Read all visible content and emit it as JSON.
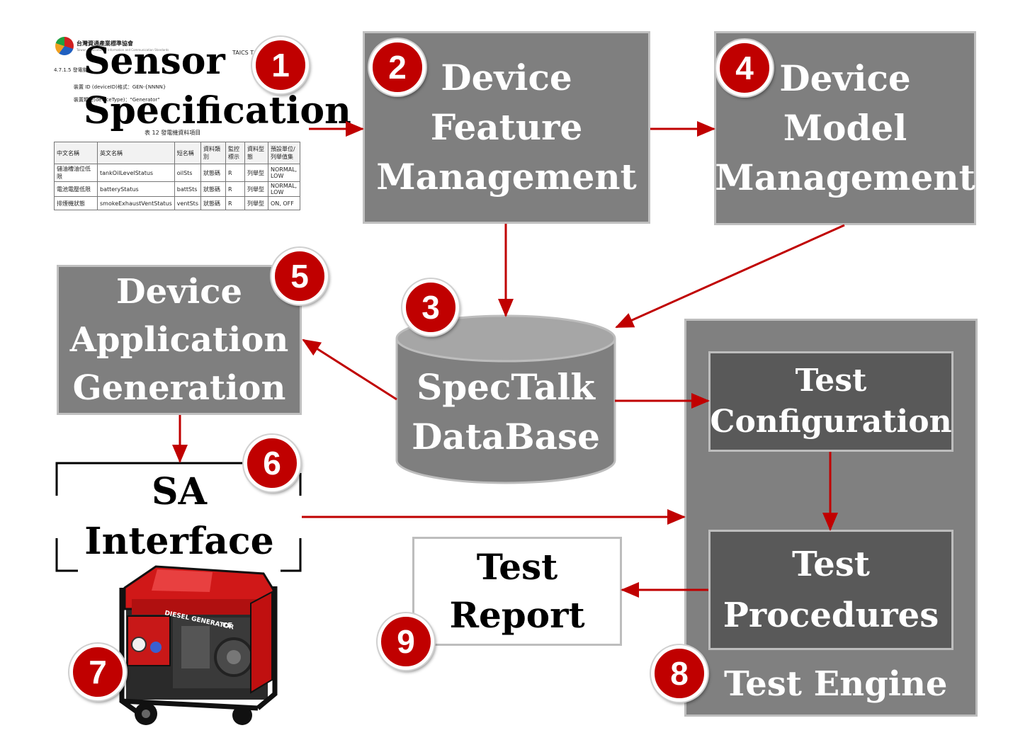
{
  "spec": {
    "title_line1": "Sensor",
    "title_line2": "Specification",
    "header_org": "台灣資通產業標準協會",
    "header_sub": "Taiwan Association of Information and Communication Standards",
    "header_code": "TAICS TS",
    "section": "4.7.1.5 發電機",
    "line_device_id": "裝置 ID (deviceID)格式：GEN-{NNNN}",
    "line_device_type": "裝置類型(deviceType)：\"Generator\"",
    "table_caption": "表 12 發電機資料項目",
    "table_headers": [
      "中文名稱",
      "英文名稱",
      "短名稱",
      "資料類別",
      "監控標示",
      "資料型態",
      "預設單位/列舉值集"
    ],
    "table_rows": [
      [
        "儲油槽油位低限",
        "tankOilLevelStatus",
        "oilSts",
        "狀態碼",
        "R",
        "列舉型",
        "NORMAL, LOW"
      ],
      [
        "電池電壓低限",
        "batteryStatus",
        "battSts",
        "狀態碼",
        "R",
        "列舉型",
        "NORMAL, LOW"
      ],
      [
        "排煙機狀態",
        "smokeExhaustVentStatus",
        "ventSts",
        "狀態碼",
        "R",
        "列舉型",
        "ON, OFF"
      ]
    ]
  },
  "boxes": {
    "feature_mgmt": [
      "Device",
      "Feature",
      "Management"
    ],
    "model_mgmt": [
      "Device",
      "Model",
      "Management"
    ],
    "app_gen": [
      "Device",
      "Application",
      "Generation"
    ],
    "database": [
      "SpecTalk",
      "DataBase"
    ],
    "sa_interface": [
      "SA",
      "Interface"
    ],
    "test_config": [
      "Test",
      "Configuration"
    ],
    "test_procedures": [
      "Test",
      "Procedures"
    ],
    "test_report": [
      "Test",
      "Report"
    ],
    "test_engine": "Test Engine"
  },
  "generator": {
    "label": "DIESEL GENERATOR",
    "mark": "CE"
  },
  "badges": [
    "1",
    "2",
    "3",
    "4",
    "5",
    "6",
    "7",
    "8",
    "9"
  ],
  "colors": {
    "badge": "#c00000",
    "arrow": "#c00000",
    "box_gray": "#7f7f7f",
    "box_dark": "#595959",
    "generator_red": "#d01818"
  }
}
